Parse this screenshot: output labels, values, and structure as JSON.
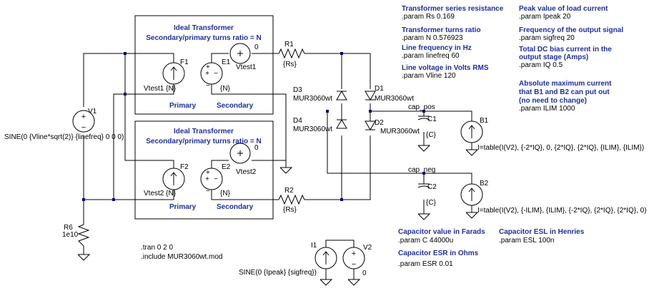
{
  "transformer1": {
    "title": "Ideal Transformer",
    "subtitle": "Secondary/primary turns ratio = N",
    "primary": "Primary",
    "secondary": "Secondary",
    "f": "F1",
    "e": "E1",
    "vtest_out": "Vtest1",
    "vtest_in": "Vtest1 {N}",
    "nlabel": "{N}",
    "zero": "0"
  },
  "transformer2": {
    "title": "Ideal Transformer",
    "subtitle": "Secondary/primary turns ratio = N",
    "primary": "Primary",
    "secondary": "Secondary",
    "f": "F2",
    "e": "E2",
    "vtest_out": "Vtest2",
    "vtest_in": "Vtest2 {N}",
    "nlabel": "{N}",
    "zero": "0"
  },
  "v1": {
    "name": "V1",
    "value": "SINE(0 {Vline*sqrt(2)} {linefreq} 0 0 0)"
  },
  "r6": {
    "name": "R6",
    "value": "1e10"
  },
  "r1": {
    "name": "R1",
    "value": "{Rs}"
  },
  "r2": {
    "name": "R2",
    "value": "{Rs}"
  },
  "diodes": {
    "d1": "D1",
    "d1_model": "MUR3060wt",
    "d2": "D2",
    "d2_model": "MUR3060wt",
    "d3": "D3",
    "d3_model": "MUR3060wt",
    "d4": "D4",
    "d4_model": "MUR3060wt"
  },
  "caps": {
    "c1": "C1",
    "c2": "C2",
    "c_value": "{C}",
    "net_pos": "cap_pos",
    "net_neg": "cap_neg"
  },
  "b1": {
    "name": "B1",
    "expr": "I=table(I(V2), {-2*IQ}, 0, {2*IQ}, {2*IQ}, {ILIM}, {ILIM})"
  },
  "b2": {
    "name": "B2",
    "expr": "I=table(I(V2), {-ILIM}, {ILIM}, {-2*IQ}, {2*IQ}, {2*IQ}, 0)"
  },
  "i1": {
    "name": "I1",
    "value": "SINE(0 {Ipeak} {sigfreq})"
  },
  "v2": {
    "name": "V2",
    "value": "0"
  },
  "sim": {
    "tran": ".tran 0 2 0",
    "include": ".include MUR3060wt.mod"
  },
  "params": [
    {
      "comment": "Transformer series resistance",
      "param": ".param Rs 0.169"
    },
    {
      "comment": "Transformer turns ratio",
      "param": ".param N 0.576923"
    },
    {
      "comment": "Line frequency in Hz",
      "param": ".param linefreq 60"
    },
    {
      "comment": "Line voltage in Volts RMS",
      "param": ".param Vline 120"
    },
    {
      "comment": "Peak value of load current",
      "param": ".param Ipeak 20"
    },
    {
      "comment": "Frequency of the output signal",
      "param": ".param sigfreq 20"
    },
    {
      "comment1": "Total DC bias current in the",
      "comment2": "output stage (Amps)",
      "param": ".param IQ 0.5"
    },
    {
      "comment1": "Absolute maximum current",
      "comment2": "that B1 and B2 can put out",
      "comment3": "(no need to change)",
      "param": ".param ILIM 1000"
    },
    {
      "comment": "Capacitor value in Farads",
      "param": ".param C 44000u"
    },
    {
      "comment": "Capacitor ESR in Ohms",
      "param": ".param ESR 0.01"
    },
    {
      "comment": "Capacitor ESL in Henries",
      "param": ".param ESL 100n"
    }
  ]
}
